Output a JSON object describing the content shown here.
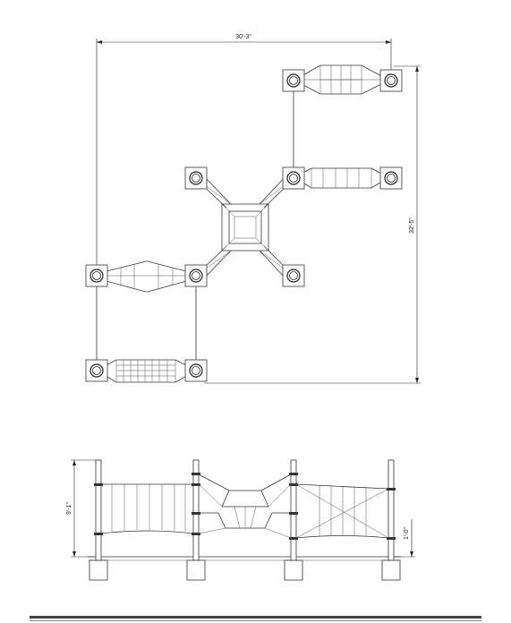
{
  "dimensions": {
    "plan_width": "30'-3\"",
    "plan_depth": "32'-5\"",
    "elevation_height": "9'-1\"",
    "deck_height": "1'-0\""
  }
}
